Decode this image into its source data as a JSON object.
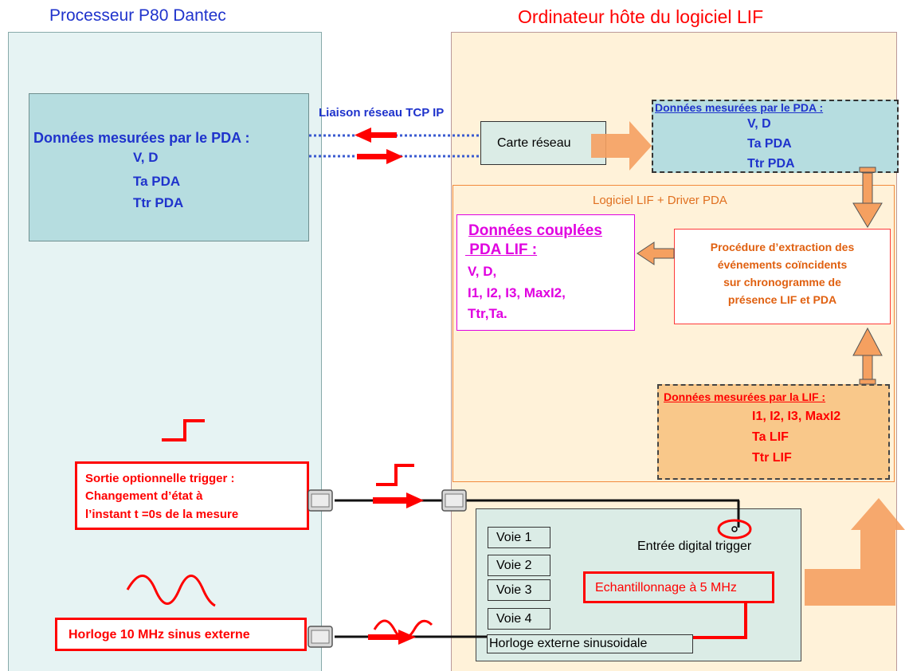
{
  "left": {
    "title": "Processeur P80 Dantec",
    "pda_box": {
      "heading": "Données mesurées par le PDA :",
      "lines": [
        "V, D",
        "Ta PDA",
        "Ttr PDA"
      ]
    },
    "trigger_box": {
      "lines": [
        "Sortie optionnelle trigger :",
        "Changement d’état à",
        "l’instant  t =0s de la mesure"
      ]
    },
    "clock_box": {
      "label": "Horloge 10 MHz sinus externe"
    }
  },
  "right": {
    "title": "Ordinateur hôte du logiciel LIF",
    "network_card": "Carte réseau",
    "pda_box": {
      "heading": "Données mesurées par le PDA :",
      "lines": [
        "V, D",
        "Ta PDA",
        "Ttr PDA"
      ]
    },
    "software_label": "Logiciel LIF + Driver PDA",
    "coupled_box": {
      "heading_1": "Données couplées",
      "heading_2": " PDA LIF :",
      "lines": [
        "V, D,",
        "I1, I2, I3, MaxI2,",
        "Ttr,Ta."
      ]
    },
    "procedure_box": {
      "lines": [
        "Procédure d’extraction des",
        "événements coïncidents",
        "sur chronogramme de",
        "présence LIF et PDA"
      ]
    },
    "lif_box": {
      "heading": "Données mesurées par la LIF :",
      "lines": [
        "I1, I2, I3, MaxI2",
        "Ta LIF",
        "Ttr LIF"
      ]
    },
    "card": {
      "channels": [
        "Voie 1",
        "Voie 2",
        "Voie 3",
        "Voie 4"
      ],
      "trigger_input": "Entrée digital trigger",
      "sampling": "Echantillonnage à 5 MHz",
      "external_clock": "Horloge externe sinusoidale"
    }
  },
  "link_label": "Liaison réseau TCP IP",
  "colors": {
    "left_panel": "#e6f3f3",
    "right_panel": "#fff2d9",
    "pda_box": "#b6dde0",
    "lif_box": "#f9c88a",
    "card_panel": "#dbece6",
    "blue_text": "#1f33cc",
    "red": "#ff0000",
    "orange": "#f5a060",
    "magenta": "#e000e0"
  }
}
